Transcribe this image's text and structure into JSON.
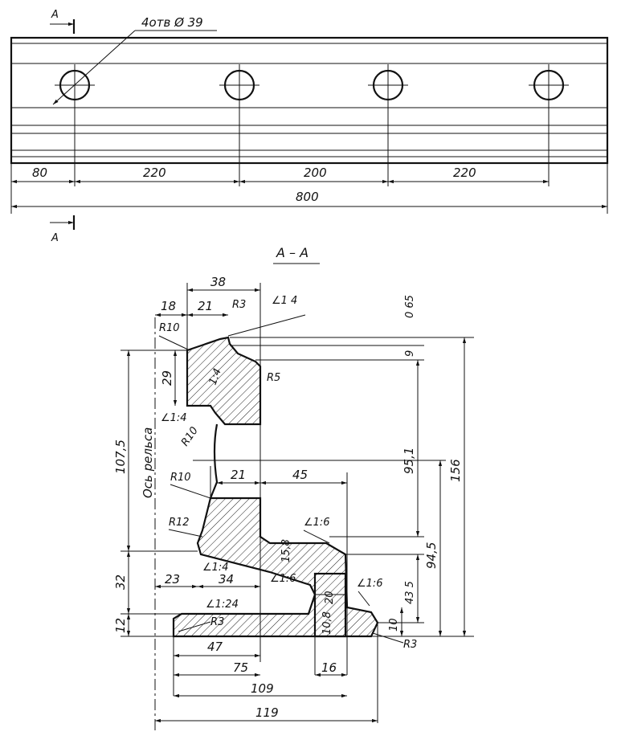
{
  "plan": {
    "section_marker_top": "A",
    "section_marker_bottom": "A",
    "holes_note": "4отв Ø 39",
    "dim_80": "80",
    "dim_220_left": "220",
    "dim_200": "200",
    "dim_220_right": "220",
    "dim_800": "800"
  },
  "section": {
    "title": "A – A",
    "dim_38": "38",
    "dim_18": "18",
    "dim_21_top": "21",
    "r3_top": "R3",
    "slope_top": "∠1 4",
    "dim_065": "0 65",
    "r10_top": "R10",
    "dim_9": "9",
    "dim_29": "29",
    "slope_1_4_inner": "1:4",
    "r5": "R5",
    "slope_1_4_left": "∠1:4",
    "r10_mid": "R10",
    "dim_1075": "107,5",
    "axis_label": "Ось рельса",
    "dim_951": "95,1",
    "dim_156": "156",
    "dim_21_mid": "21",
    "dim_45": "45",
    "r10_lower": "R10",
    "r12": "R12",
    "slope_1_6_upper": "∠1:6",
    "dim_945": "94,5",
    "dim_32": "32",
    "slope_1_4_lower": "∠1:4",
    "dim_158": "15,8",
    "dim_23": "23",
    "dim_34": "34",
    "slope_1_6_mid": "∠1:6",
    "dim_20": "20",
    "slope_1_6_right": "∠1:6",
    "dim_435": "43 5",
    "slope_1_24": "∠1:24",
    "dim_12": "12",
    "r3_left": "R3",
    "dim_108": "10,8",
    "dim_10": "10",
    "r3_right": "R3",
    "dim_47": "47",
    "dim_75": "75",
    "dim_16": "16",
    "dim_109": "109",
    "dim_119": "119"
  }
}
